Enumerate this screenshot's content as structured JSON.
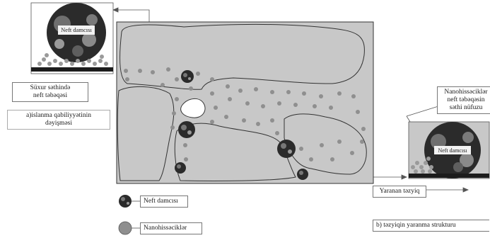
{
  "labels": {
    "oil_droplet_left": "Neft damcısı",
    "oil_droplet_right": "Neft damcısı",
    "surface_layer_line1": "Süxur səthində",
    "surface_layer_line2": "neft təbəqəsi",
    "wettability_line1": "a)islanma qabiliyyətinin",
    "wettability_line2": "dəyişməsi",
    "nanoparticles_note_line1": "Nanohissəciklər",
    "nanoparticles_note_line2": "neft  təbəqəsin",
    "nanoparticles_note_line3": "səthi nüfuzu",
    "pressure_created": "Yaranan təzyiq",
    "pressure_structure": "b) təzyiqin yaranma strukturu"
  },
  "legend": {
    "oil_droplet": "Neft damcısı",
    "nanoparticles": "Nanohissəciklər"
  },
  "colors": {
    "rock": "#c8c8c8",
    "pore": "#eeeeee",
    "nanoparticle": "#8f8f8f",
    "droplet_dark": "#2b2b2b",
    "substrate": "#1c1c1c"
  },
  "icons": {
    "oil_droplet": "oil-droplet-icon",
    "nanoparticle": "nanoparticle-icon"
  }
}
